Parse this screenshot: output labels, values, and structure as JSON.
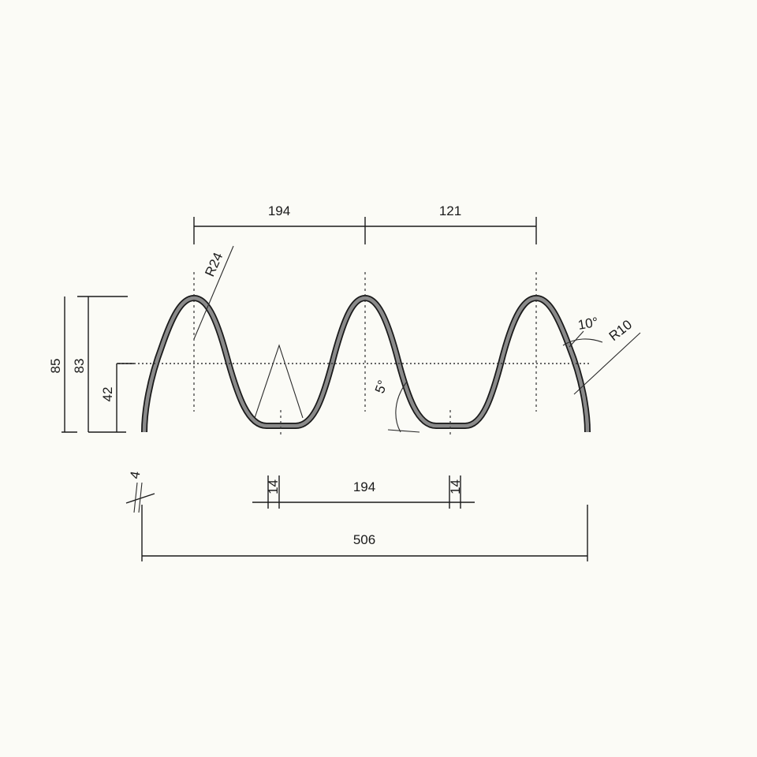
{
  "drawing": {
    "dimensions": {
      "top_pitch": "194",
      "top_half_pitch": "121",
      "radius_peak": "R24",
      "radius_edge": "R10",
      "angle_edge": "10°",
      "angle_web": "5°",
      "height_outer": "85",
      "height_inner": "83",
      "height_mid": "42",
      "thickness": "4",
      "bottom_flat_left": "14",
      "bottom_pitch": "194",
      "bottom_flat_right": "14",
      "overall_width": "506"
    },
    "colors": {
      "profile_fill": "#8a8a8a",
      "profile_stroke": "#1a1a1a",
      "background": "#fbfbf6"
    }
  }
}
